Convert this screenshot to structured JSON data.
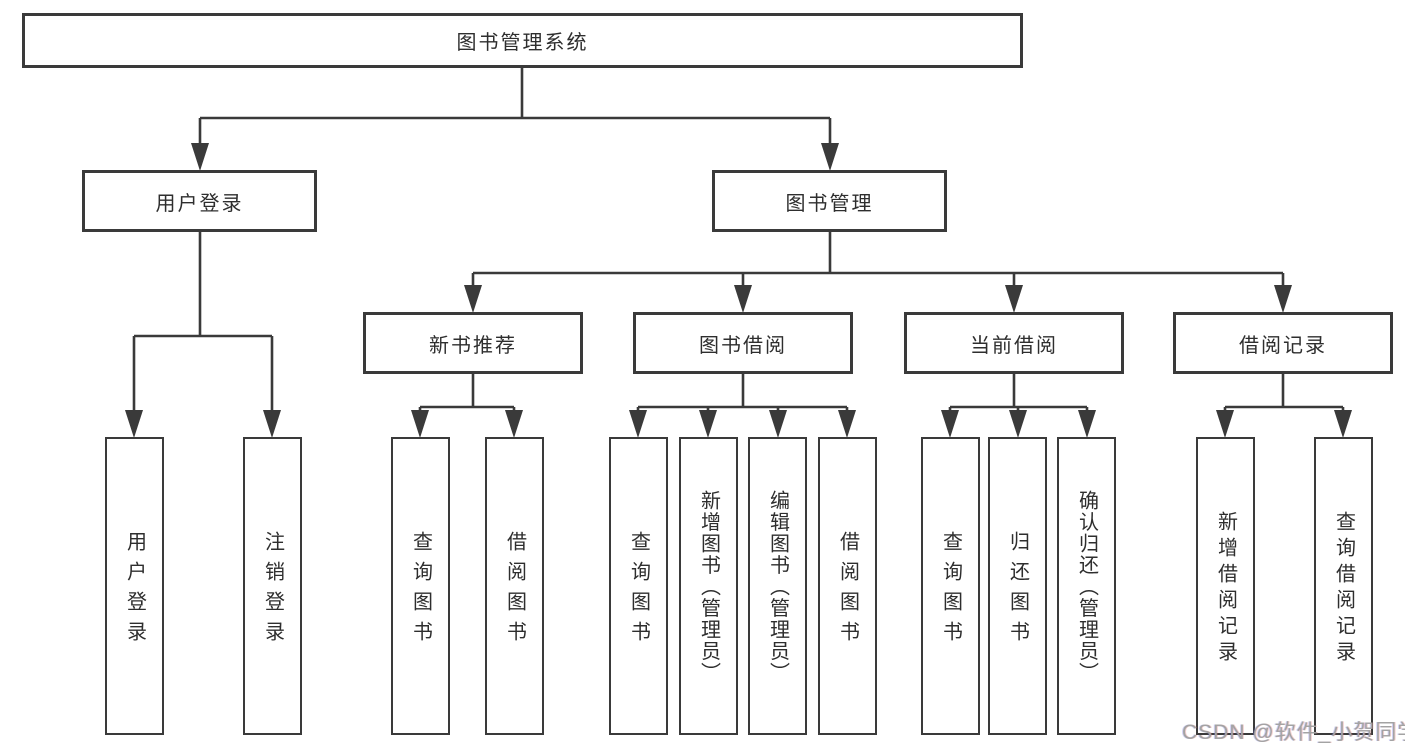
{
  "diagram": {
    "root": {
      "label": "图书管理系统"
    },
    "level2": {
      "user_login": {
        "label": "用户登录"
      },
      "book_mgmt": {
        "label": "图书管理"
      }
    },
    "level3": {
      "new_book_rec": {
        "label": "新书推荐"
      },
      "book_borrow": {
        "label": "图书借阅"
      },
      "current_borrow": {
        "label": "当前借阅"
      },
      "borrow_records": {
        "label": "借阅记录"
      }
    },
    "leaves": {
      "user_login": "用户登录",
      "logout": "注销登录",
      "nb_query_book": "查询图书",
      "nb_borrow_book": "借阅图书",
      "bb_query_book": "查询图书",
      "bb_add_book": "新增图书（管理员）",
      "bb_edit_book": "编辑图书（管理员）",
      "bb_borrow_book": "借阅图书",
      "cb_query_book": "查询图书",
      "cb_return_book": "归还图书",
      "cb_confirm_return": "确认归还（管理员）",
      "br_add_record": "新增借阅记录",
      "br_query_record": "查询借阅记录"
    },
    "colors": {
      "line": "#3a3a3a",
      "text": "#2e2e2e",
      "background": "#ffffff",
      "watermark": "#a3a3a3"
    }
  },
  "watermark": {
    "text": "CSDN @软件_小贺同学"
  }
}
